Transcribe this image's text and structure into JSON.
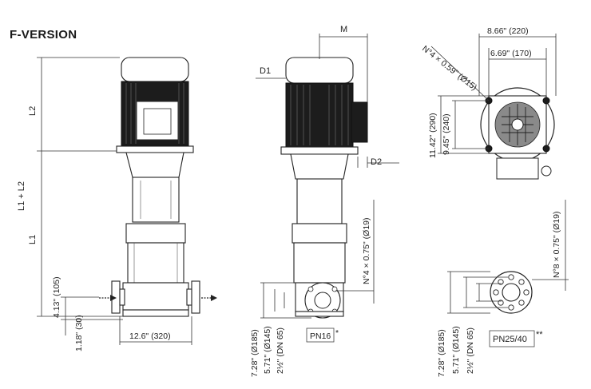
{
  "title": "F-VERSION",
  "dimensions": {
    "l2": "L2",
    "l1_l2": "L1 + L2",
    "l1": "L1",
    "h_105": "4.13\" (105)",
    "h_30": "1.18\" (30)",
    "w_320": "12.6\" (320)",
    "d1": "D1",
    "m": "M",
    "d2": "D2",
    "holes_19_side": "N°4 × 0.75\" (Ø19)",
    "d_185_a": "7.28\" (Ø185)",
    "d_145_a": "5.71\" (Ø145)",
    "dn65_a": "2½\" (DN 65)",
    "pn16": "PN16",
    "pn16_mark": "*",
    "w_220": "8.66\" (220)",
    "w_170": "6.69\" (170)",
    "holes_15": "N°4 × 0.59\" (Ø15)",
    "h_290": "11.42\" (290)",
    "h_240": "9.45\" (240)",
    "holes_19_flange": "N°8 × 0.75\" (Ø19)",
    "d_185_b": "7.28\" (Ø185)",
    "d_145_b": "5.71\" (Ø145)",
    "dn65_b": "2½\" (DN 65)",
    "pn2540": "PN25/40",
    "pn2540_mark": "**"
  }
}
